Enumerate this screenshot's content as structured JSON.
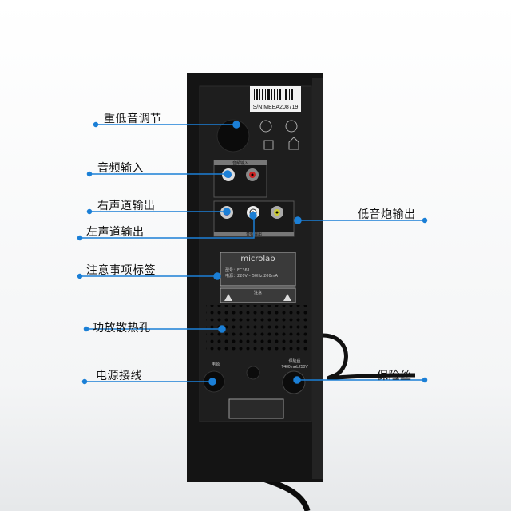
{
  "device": {
    "serial_sticker": "S/N:MEEA208719",
    "brand_label": "microlab",
    "model_line": "型号：FC361",
    "power_line": "电源：220V~ 50Hz 200mA",
    "fuse_rating": "T400mAL250V",
    "input_group_title": "音频输入",
    "output_group_title": "音频输出",
    "power_jack_label": "电源",
    "fuse_label": "保险丝",
    "warning_title": "注意"
  },
  "callouts": [
    {
      "label": "重低音调节"
    },
    {
      "label": "音频输入"
    },
    {
      "label": "右声道输出"
    },
    {
      "label": "左声道输出"
    },
    {
      "label": "低音炮输出"
    },
    {
      "label": "注意事项标签"
    },
    {
      "label": "功放散热孔"
    },
    {
      "label": "电源接线"
    },
    {
      "label": "保险丝"
    }
  ],
  "colors": {
    "callout": "#1b7fd6",
    "speaker_body": "#1b1b1b"
  }
}
